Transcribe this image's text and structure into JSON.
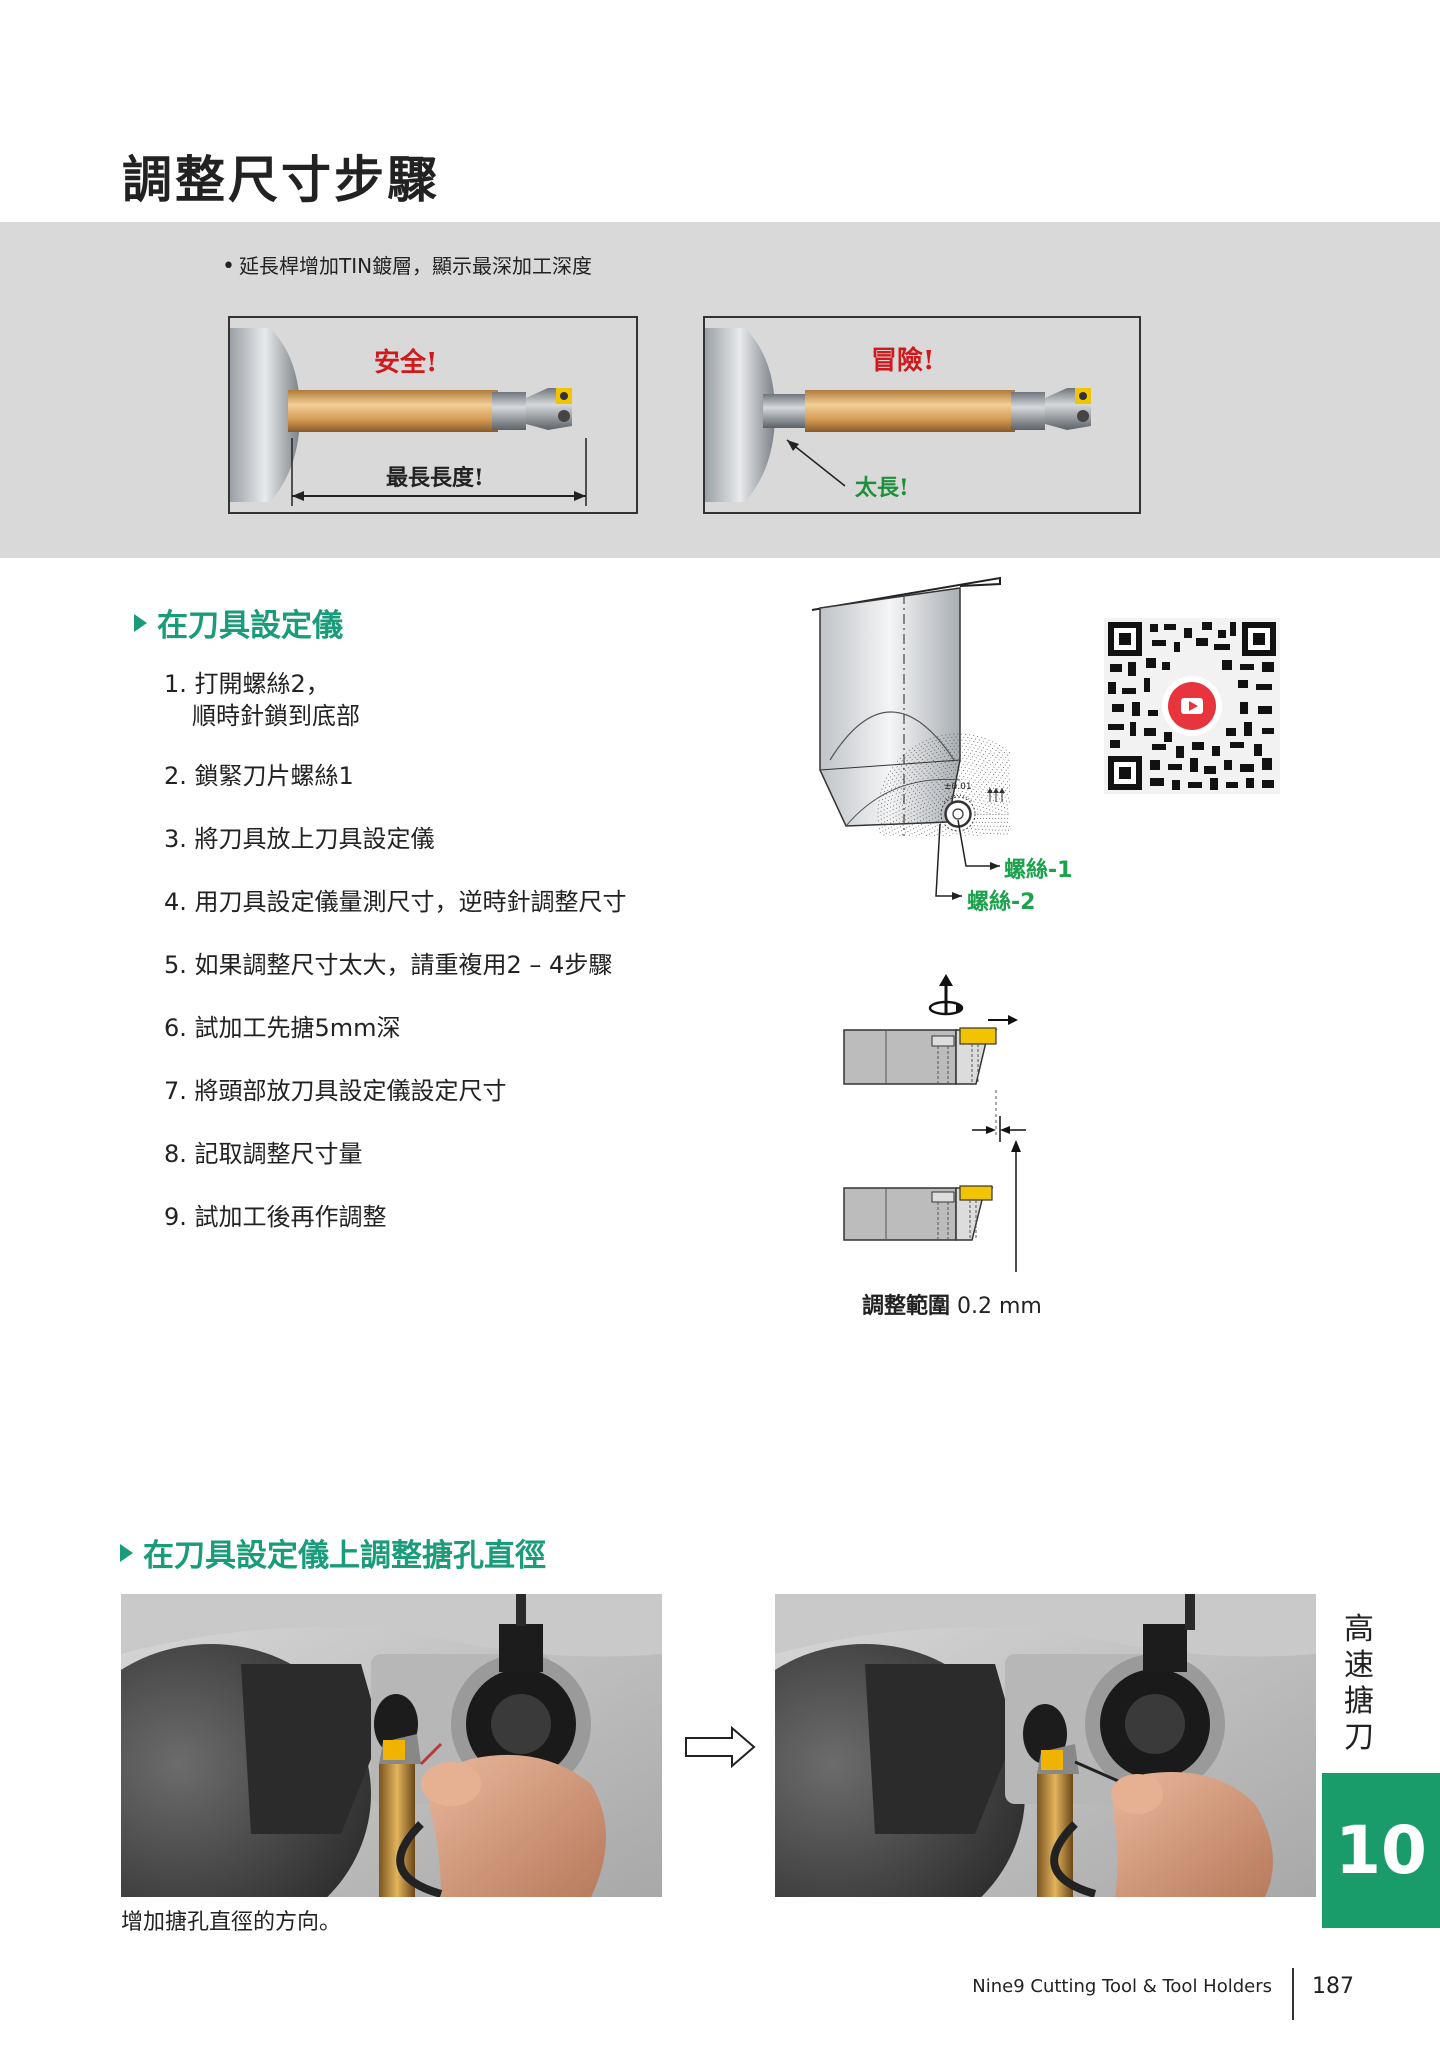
{
  "header": {
    "title": "調整尺寸步驟"
  },
  "note": {
    "text": "延長桿增加TIN鍍層，顯示最深加工深度"
  },
  "panels": {
    "safe": {
      "label": "安全!",
      "measure_label": "最長長度!"
    },
    "danger": {
      "label": "冒險!",
      "pointer_label": "太長!"
    }
  },
  "section1": {
    "title": "在刀具設定儀",
    "steps": [
      {
        "line1": "1. 打開螺絲2，",
        "line2": "順時針鎖到底部"
      },
      {
        "line1": "2. 鎖緊刀片螺絲1"
      },
      {
        "line1": "3. 將刀具放上刀具設定儀"
      },
      {
        "line1": "4. 用刀具設定儀量測尺寸，逆時針調整尺寸"
      },
      {
        "line1": "5. 如果調整尺寸太大，請重複用2 – 4步驟"
      },
      {
        "line1": "6. 試加工先搪5mm深"
      },
      {
        "line1": "7. 將頭部放刀具設定儀設定尺寸"
      },
      {
        "line1": "8. 記取調整尺寸量"
      },
      {
        "line1": "9. 試加工後再作調整"
      }
    ],
    "diagram": {
      "screw1": "螺絲-1",
      "screw2": "螺絲-2",
      "dial_mark": "±0.01",
      "range_label_bold": "調整範圍",
      "range_value": "0.2 mm"
    },
    "qr": {
      "icon": "youtube-play-icon"
    }
  },
  "section2": {
    "title": "在刀具設定儀上調整搪孔直徑",
    "caption": "增加搪孔直徑的方向。"
  },
  "side_tab": {
    "chars": [
      "高",
      "速",
      "搪",
      "刀"
    ],
    "chapter": "10"
  },
  "footer": {
    "brand": "Nine9 Cutting Tool & Tool Holders",
    "page": "187"
  },
  "colors": {
    "accent_green": "#1a9b7a",
    "label_green": "#1aa34a",
    "alert_red": "#d0191c",
    "insert_yellow": "#f2c400",
    "chapter_green": "#1a9b6a"
  }
}
